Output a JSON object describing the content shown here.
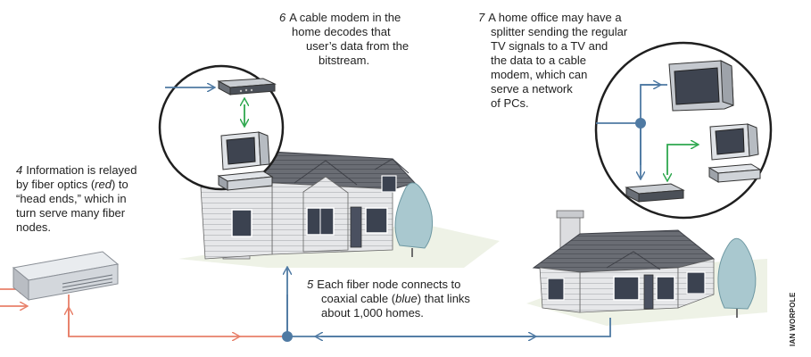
{
  "captions": {
    "c4": {
      "number": "4",
      "line1": "Information is relayed",
      "line2a": "by fiber optics (",
      "line2b": "red",
      "line2c": ") to",
      "line3": "“head ends,” which in",
      "line4": "turn serve many fiber",
      "line5": "nodes."
    },
    "c5": {
      "number": "5",
      "line1": "Each fiber node connects to",
      "line2a": "coaxial cable (",
      "line2b": "blue",
      "line2c": ") that links",
      "line3": "about 1,000 homes."
    },
    "c6": {
      "number": "6",
      "line1": "A cable modem in the",
      "line2": "home decodes that",
      "line3": "user’s data from the",
      "line4": "bitstream."
    },
    "c7": {
      "number": "7",
      "line1": "A home office may have a",
      "line2": "splitter sending the regular",
      "line3": "TV signals to a TV and",
      "line4": "the data to a cable",
      "line5": "modem, which can",
      "line6": "serve a network",
      "line7": "of PCs."
    }
  },
  "credit": "IAN WORPOLE",
  "colors": {
    "fiber": "#e8806a",
    "coax": "#4f7aa3",
    "data": "#2fa84f",
    "roof": "#5c5f66",
    "siding": "#e6e7e9",
    "grass": "#e5edd6",
    "tree": "#a9c8cf"
  },
  "icons": [
    "fiber-node-box-icon",
    "house-icon",
    "cable-modem-icon",
    "computer-icon",
    "tv-icon",
    "tree-icon",
    "splitter-icon"
  ]
}
